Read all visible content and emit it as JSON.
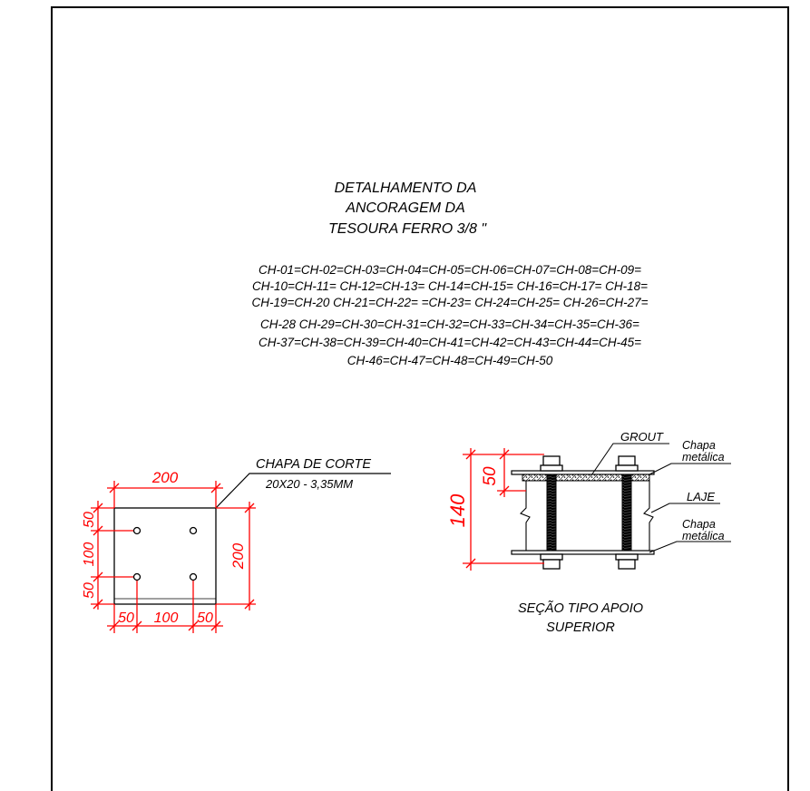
{
  "title": {
    "line1": "DETALHAMENTO  DA",
    "line2": "ANCORAGEM DA",
    "line3": "TESOURA FERRO 3/8 \""
  },
  "plate_list": [
    "CH-01=CH-02=CH-03=CH-04=CH-05=CH-06=CH-07=CH-08=CH-09=",
    "CH-10=CH-11= CH-12=CH-13= CH-14=CH-15= CH-16=CH-17= CH-18=",
    "CH-19=CH-20 CH-21=CH-22= =CH-23= CH-24=CH-25= CH-26=CH-27=",
    "CH-28 CH-29=CH-30=CH-31=CH-32=CH-33=CH-34=CH-35=CH-36=",
    "CH-37=CH-38=CH-39=CH-40=CH-41=CH-42=CH-43=CH-44=CH-45=",
    "CH-46=CH-47=CH-48=CH-49=CH-50"
  ],
  "plate": {
    "label_line1": "CHAPA DE CORTE",
    "label_line2": "20X20 - 3,35MM",
    "dim_top": "200",
    "dim_right": "200",
    "dim_left_top": "50",
    "dim_left_mid": "100",
    "dim_left_bot": "50",
    "dim_bottom_left": "50",
    "dim_bottom_mid": "100",
    "dim_bottom_right": "50"
  },
  "section": {
    "label_grout": "GROUT",
    "label_chapa_top_1": "Chapa",
    "label_chapa_top_2": "metálica",
    "label_laje": "LAJE",
    "label_chapa_bot_1": "Chapa",
    "label_chapa_bot_2": "metálica",
    "dim_total": "140",
    "dim_top": "50",
    "caption_line1": "SEÇÃO TIPO APOIO",
    "caption_line2": "SUPERIOR"
  },
  "colors": {
    "dimension": "#ff0000",
    "line": "#000000",
    "background": "#ffffff"
  }
}
